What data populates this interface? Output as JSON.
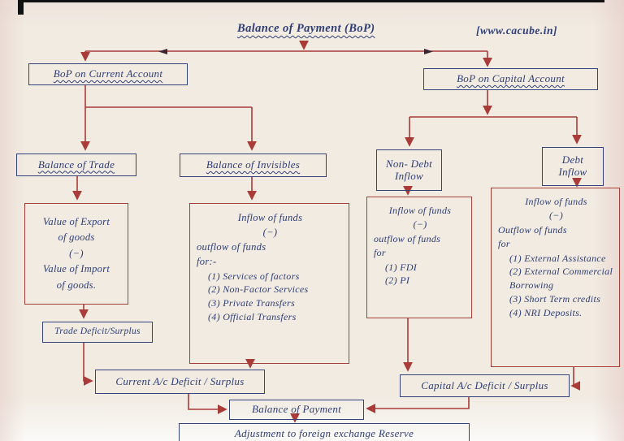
{
  "title": {
    "text": "Balance of Payment (BoP)"
  },
  "watermark": {
    "text": "[www.cacube.in]"
  },
  "boxes": {
    "current_account": {
      "label": "BoP on Current Account"
    },
    "capital_account": {
      "label": "BoP on Capital Account"
    },
    "balance_of_trade": {
      "label": "Balance of Trade"
    },
    "balance_of_invisibles": {
      "label": "Balance of Invisibles"
    },
    "non_debt_inflow": {
      "label": "Non- Debt\nInflow"
    },
    "debt_inflow": {
      "label": "Debt\nInflow"
    },
    "trade_calc": {
      "lines": [
        "Value of Export",
        "of goods",
        "(−)",
        "Value of Import",
        "of goods."
      ]
    },
    "trade_deficit": {
      "label": "Trade Deficit/Surplus"
    },
    "invisibles_calc": {
      "lines": [
        "Inflow of funds",
        "(−)",
        "outflow of funds",
        "for:-"
      ],
      "items": [
        "(1) Services of factors",
        "(2) Non-Factor Services",
        "(3) Private Transfers",
        "(4) Official Transfers"
      ]
    },
    "non_debt_calc": {
      "lines": [
        "Inflow of funds",
        "(−)",
        "outflow of funds",
        "for"
      ],
      "items": [
        "(1)  FDI",
        "(2)  PI"
      ]
    },
    "debt_calc": {
      "lines": [
        "Inflow of funds",
        "(−)",
        "Outflow of funds",
        "for"
      ],
      "items": [
        "(1) External Assistance",
        "(2) External Commercial Borrowing",
        "(3) Short Term credits",
        "(4) NRI Deposits."
      ]
    },
    "current_deficit": {
      "label": "Current A/c Deficit / Surplus"
    },
    "capital_deficit": {
      "label": "Capital A/c Deficit / Surplus"
    },
    "balance_of_payment": {
      "label": "Balance of Payment"
    },
    "adjustment": {
      "label": "Adjustment to foreign exchange Reserve"
    }
  },
  "colors": {
    "ink_navy": "#2e3d76",
    "ink_red": "#a93b38",
    "paper": "#f1ebe2",
    "scan_mark": "#111111"
  }
}
